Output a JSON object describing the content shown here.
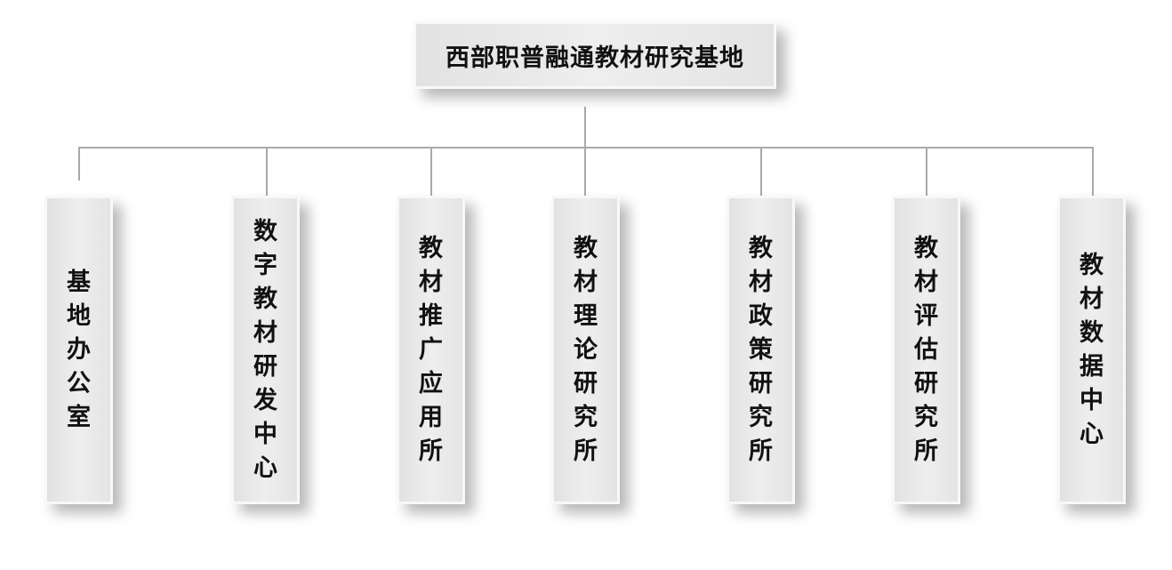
{
  "root": {
    "label": "西部职普融通教材研究基地"
  },
  "children": [
    {
      "label": "基地办公室"
    },
    {
      "label": "数字教材研发中心"
    },
    {
      "label": "教材推广应用所"
    },
    {
      "label": "教材理论研究所"
    },
    {
      "label": "教材政策研究所"
    },
    {
      "label": "教材评估研究所"
    },
    {
      "label": "教材数据中心"
    }
  ]
}
